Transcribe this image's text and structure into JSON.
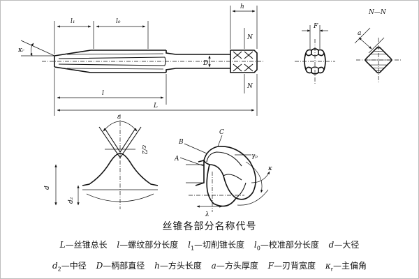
{
  "caption": "丝锥各部分名称代号",
  "legend": {
    "row1": [
      {
        "sym": "L",
        "sub": "",
        "desc": "—丝锥总长"
      },
      {
        "sym": "l",
        "sub": "",
        "desc": "—螺纹部分长度"
      },
      {
        "sym": "l",
        "sub": "1",
        "desc": "—切削锥长度"
      },
      {
        "sym": "l",
        "sub": "0",
        "desc": "—校准部分长度"
      },
      {
        "sym": "d",
        "sub": "",
        "desc": "—大径"
      }
    ],
    "row2": [
      {
        "sym": "d",
        "sub": "2",
        "desc": "—中径"
      },
      {
        "sym": "D",
        "sub": "",
        "desc": "—柄部直径"
      },
      {
        "sym": "h",
        "sub": "",
        "desc": "—方头长度"
      },
      {
        "sym": "a",
        "sub": "",
        "desc": "—方头厚度"
      },
      {
        "sym": "F",
        "sub": "",
        "desc": "—刃背宽度"
      },
      {
        "sym": "κ",
        "sub": "r",
        "desc": "—主偏角"
      }
    ]
  },
  "drawing_labels": {
    "l1": "l₁",
    "l0": "l₀",
    "h": "h",
    "D": "D",
    "N_top": "N",
    "N_bottom": "N",
    "kr": "κᵣ",
    "l": "l",
    "L": "L",
    "F": "F",
    "section": "N—N",
    "a": "a",
    "epsilon": "ε",
    "d": "d",
    "d2": "d₂",
    "half_eps": "ε/2",
    "B": "B",
    "C": "C",
    "A": "A",
    "gamma_p": "γₚ",
    "kappa": "κ",
    "lambda": "λ"
  }
}
